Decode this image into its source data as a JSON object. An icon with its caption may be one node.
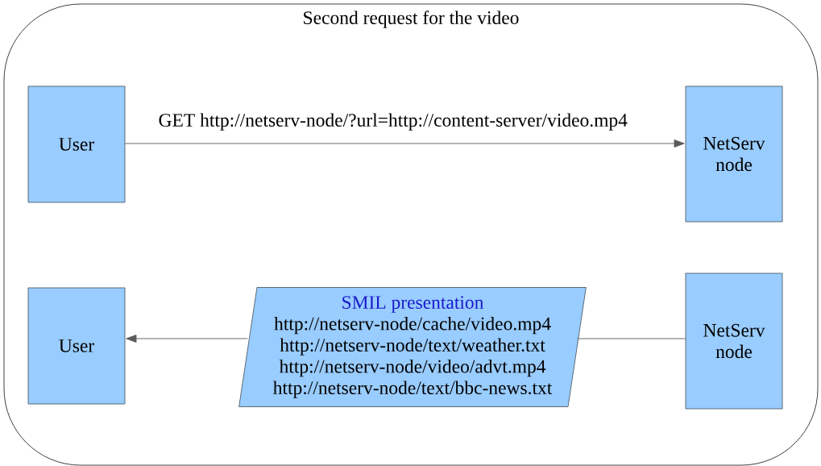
{
  "diagram": {
    "nodes": [
      {
        "text": [
          "Second request for the video"
        ]
      },
      {
        "text": [
          "User"
        ],
        "in": 0
      },
      {
        "text": [
          "NetServ node"
        ],
        "in": 0
      },
      {
        "text": [
          "User"
        ],
        "in": 0
      },
      {
        "text": [
          "SMIL presentation",
          "http://netserv-node/cache/video.mp4",
          "http://netserv-node/text/weather.txt",
          "http://netserv-node/video/advt.mp4",
          "http://netserv-node/text/bbc-news.txt"
        ],
        "in": 0
      },
      {
        "text": [
          "NetServ node"
        ],
        "in": 0
      }
    ],
    "edges": [
      {
        "from": 1,
        "to": 2,
        "arrow": "to",
        "label": "GET http://netserv-node/?url=http://content-server/video.mp4"
      },
      {
        "from": 5,
        "to": 4,
        "arrow": "none"
      },
      {
        "from": 4,
        "to": 3,
        "arrow": "to"
      }
    ]
  }
}
